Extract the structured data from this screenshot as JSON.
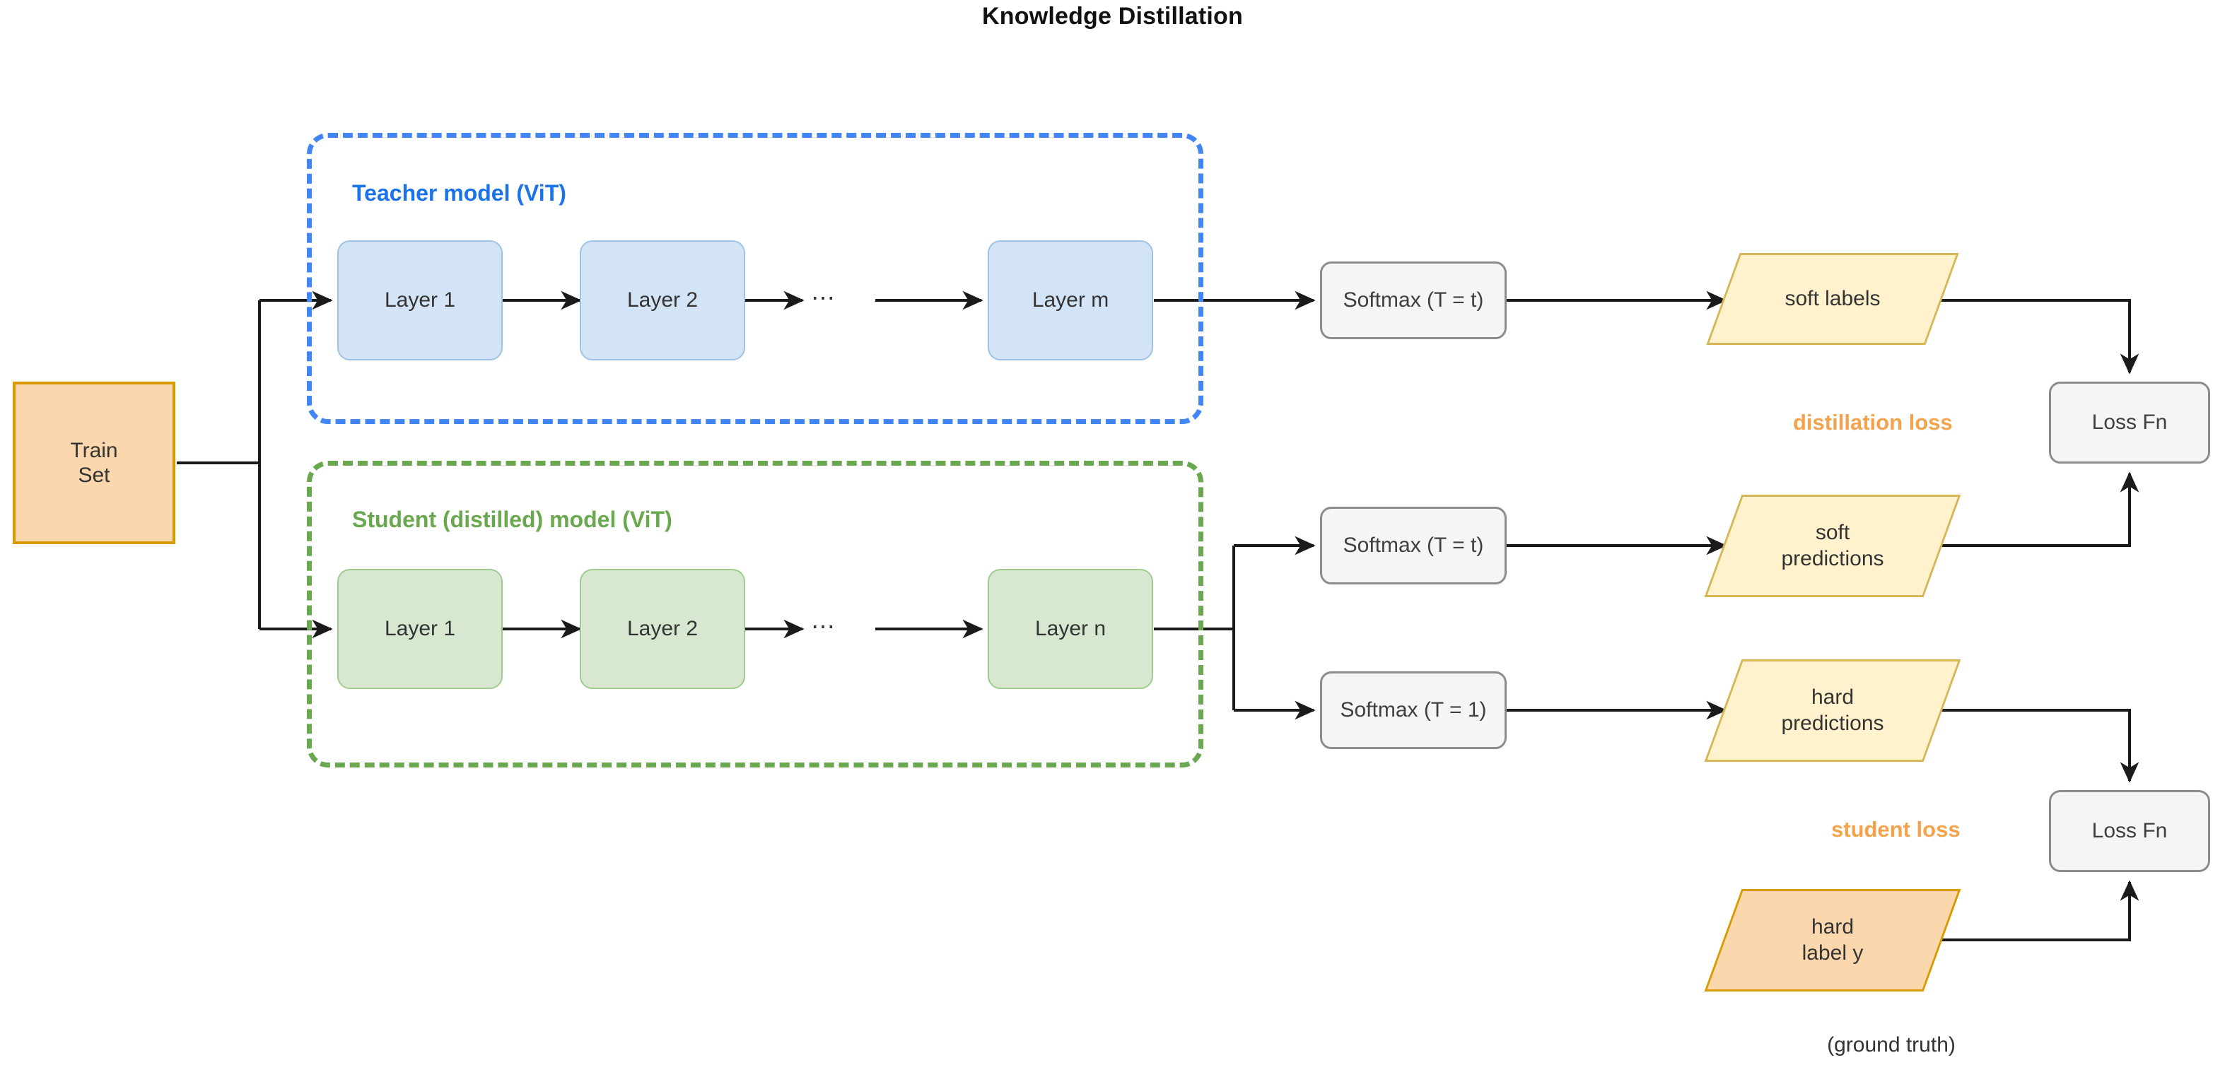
{
  "diagram": {
    "title": "Knowledge Distillation",
    "colors": {
      "teacher_accent": "#1a73e8",
      "teacher_border": "#4285f4",
      "teacher_fill": "#d4e4f7",
      "student_accent": "#6aa84f",
      "student_fill": "#d8e8d0",
      "data_yellow_fill": "#fff2cc",
      "data_yellow_border": "#d6b656",
      "data_peach_fill": "#fad7ac",
      "data_peach_border": "#d79b00",
      "process_fill": "#f5f5f5",
      "process_border": "#8c8c8c",
      "loss_label": "#f3a34c",
      "edge": "#1a1a1a"
    }
  },
  "input": {
    "train_set_line1": "Train",
    "train_set_line2": "Set"
  },
  "teacher": {
    "label": "Teacher model (ViT)",
    "layers": [
      "Layer 1",
      "Layer 2",
      "Layer m"
    ],
    "ellipsis": "⋯",
    "softmax": "Softmax (T = t)",
    "output": "soft labels"
  },
  "student": {
    "label": "Student (distilled) model (ViT)",
    "layers": [
      "Layer 1",
      "Layer 2",
      "Layer n"
    ],
    "ellipsis": "⋯",
    "softmax_soft": "Softmax (T = t)",
    "softmax_hard": "Softmax (T = 1)",
    "output_soft_line1": "soft",
    "output_soft_line2": "predictions",
    "output_hard_line1": "hard",
    "output_hard_line2": "predictions"
  },
  "ground_truth": {
    "line1": "hard",
    "line2": "label y",
    "caption": "(ground truth)"
  },
  "losses": {
    "distillation_label": "distillation loss",
    "student_label": "student loss",
    "loss_fn_top": "Loss Fn",
    "loss_fn_bottom": "Loss Fn"
  }
}
